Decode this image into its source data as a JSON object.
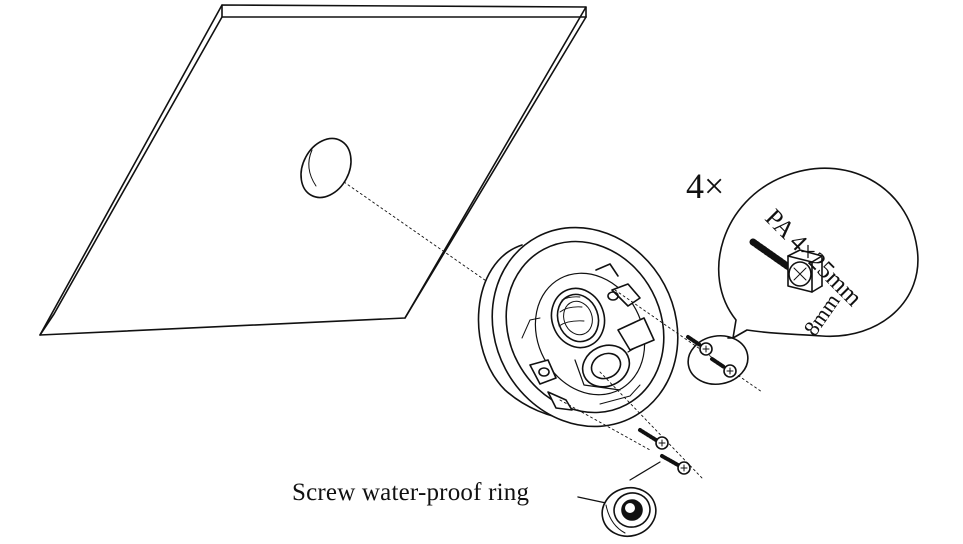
{
  "labels": {
    "quantity": "4×",
    "screw_spec": "PA 4×25mm",
    "screw_length": "8mm",
    "ring_label": "Screw water-proof ring"
  },
  "colors": {
    "line": "#111111",
    "background": "#ffffff"
  }
}
